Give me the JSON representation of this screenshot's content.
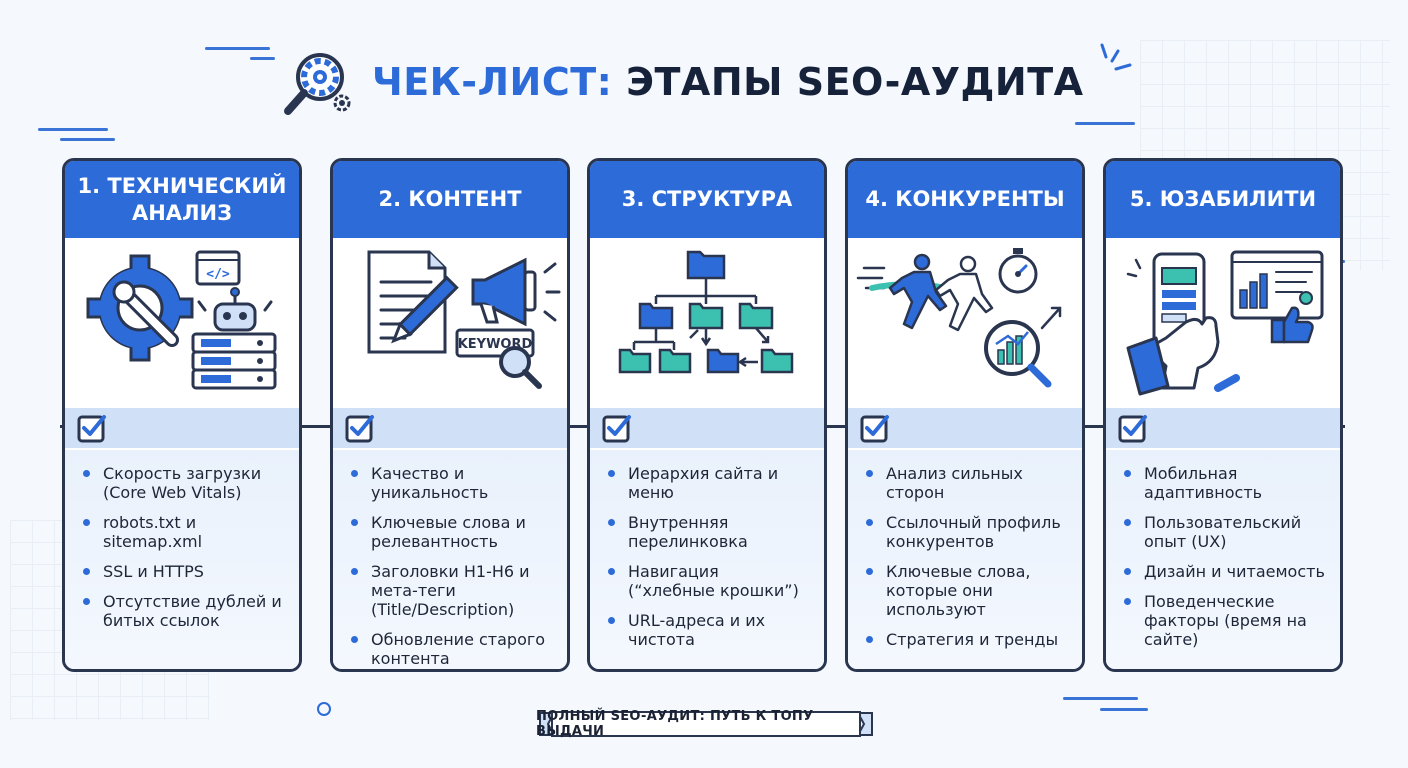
{
  "title": {
    "accent": "ЧЕК-ЛИСТ:",
    "rest": " ЭТАПЫ SEO-АУДИТА"
  },
  "cards": [
    {
      "heading": "1. ТЕХНИЧЕСКИЙ АНАЛИЗ",
      "items": [
        "Скорость загрузки (Core Web Vitals)",
        "robots.txt и sitemap.xml",
        "SSL и HTTPS",
        "Отсутствие дублей и битых ссылок"
      ]
    },
    {
      "heading": "2. КОНТЕНТ",
      "illus_label": "KEYWORD",
      "items": [
        "Качество и уникальность",
        "Ключевые слова и релевантность",
        "Заголовки H1-H6 и мета-теги (Title/Description)",
        "Обновление старого контента"
      ]
    },
    {
      "heading": "3. СТРУКТУРА",
      "items": [
        "Иерархия сайта и меню",
        "Внутренняя перелинковка",
        "Навигация (“хлебные крошки”)",
        "URL-адреса и их чистота"
      ]
    },
    {
      "heading": "4. КОНКУРЕНТЫ",
      "items": [
        "Анализ сильных сторон",
        "Ссылочный профиль конкурентов",
        "Ключевые слова, которые они используют",
        "Стратегия и тренды"
      ]
    },
    {
      "heading": "5. ЮЗАБИЛИТИ",
      "items": [
        "Мобильная адаптивность",
        "Пользовательский опыт (UX)",
        "Дизайн и читаемость",
        "Поведенческие факторы (время на сайте)"
      ]
    }
  ],
  "footer": "ПОЛНЫЙ SEO-АУДИТ: ПУТЬ К ТОПУ ВЫДАЧИ",
  "colors": {
    "accent": "#2d6bd8",
    "outline": "#2a3550",
    "teal": "#3cc1b0",
    "light": "#cfe0f7"
  },
  "icons": {
    "header": "magnifier-gear-icon",
    "card1": "gear-wrench-robot-server-icon",
    "card2": "document-pen-megaphone-keyword-icon",
    "card3": "folder-tree-icon",
    "card4": "runners-stopwatch-chart-icon",
    "card5": "phone-hand-dashboard-like-icon",
    "check": "checkbox-checked-icon"
  }
}
